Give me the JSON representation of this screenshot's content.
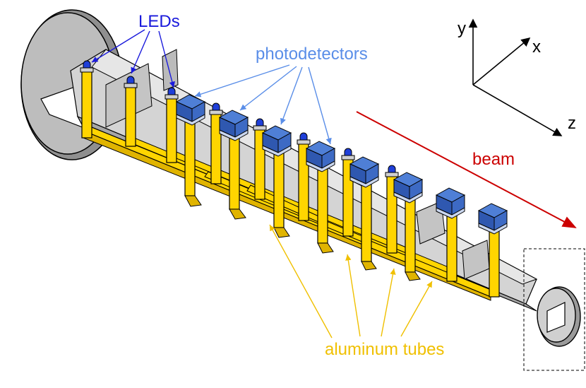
{
  "labels": {
    "leds": "LEDs",
    "photodetectors": "photodetectors",
    "beam": "beam",
    "aluminum_tubes": "aluminum tubes"
  },
  "axes": {
    "x": "x",
    "y": "y",
    "z": "z"
  },
  "colors": {
    "led_label": "#1a1adc",
    "photodetector_label": "#5a8ee8",
    "beam": "#cc0000",
    "tube_label": "#f0c000",
    "tube_fill": "#ffd500",
    "metal_light": "#e0e0e0",
    "metal_mid": "#cdcdcd",
    "metal_dark": "#a8a8a8",
    "detector_top": "#4f7fd6",
    "detector_side": "#2f58b0",
    "led": "#1f3fd8"
  }
}
